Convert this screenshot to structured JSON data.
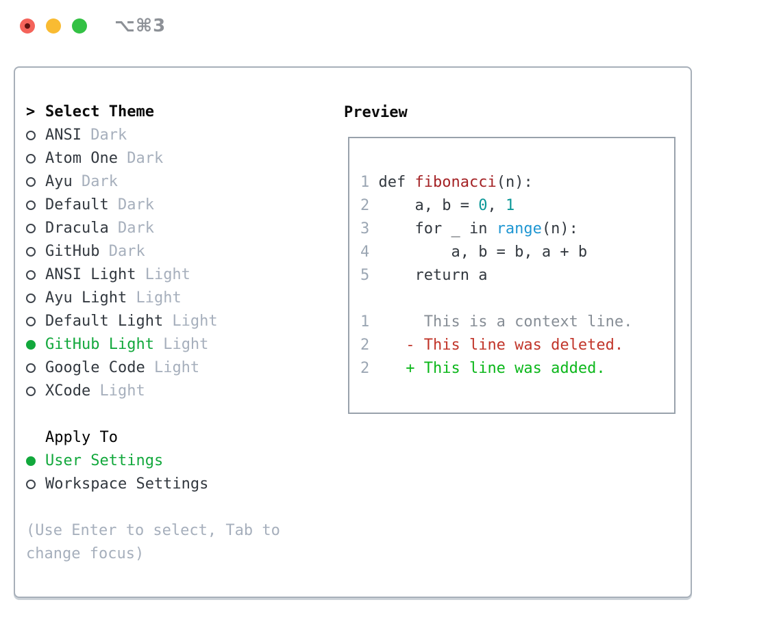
{
  "window": {
    "title": "⌥⌘3"
  },
  "theme_list": {
    "cursor": ">",
    "header": "Select Theme",
    "items": [
      {
        "name": "ANSI",
        "variant": "Dark",
        "selected": false
      },
      {
        "name": "Atom One",
        "variant": "Dark",
        "selected": false
      },
      {
        "name": "Ayu",
        "variant": "Dark",
        "selected": false
      },
      {
        "name": "Default",
        "variant": "Dark",
        "selected": false
      },
      {
        "name": "Dracula",
        "variant": "Dark",
        "selected": false
      },
      {
        "name": "GitHub",
        "variant": "Dark",
        "selected": false
      },
      {
        "name": "ANSI Light",
        "variant": "Light",
        "selected": false
      },
      {
        "name": "Ayu Light",
        "variant": "Light",
        "selected": false
      },
      {
        "name": "Default Light",
        "variant": "Light",
        "selected": false
      },
      {
        "name": "GitHub Light",
        "variant": "Light",
        "selected": true
      },
      {
        "name": "Google Code",
        "variant": "Light",
        "selected": false
      },
      {
        "name": "XCode",
        "variant": "Light",
        "selected": false
      }
    ]
  },
  "apply_to": {
    "header": "Apply To",
    "options": [
      {
        "label": "User Settings",
        "selected": true
      },
      {
        "label": "Workspace Settings",
        "selected": false
      }
    ]
  },
  "hint": {
    "line1": "(Use Enter to select, Tab to",
    "line2": "change focus)"
  },
  "preview": {
    "header": "Preview",
    "lines": [
      {
        "num": "1",
        "segments": [
          {
            "text": "def ",
            "style": "plain"
          },
          {
            "text": "fibonacci",
            "style": "function"
          },
          {
            "text": "(n):",
            "style": "plain"
          }
        ]
      },
      {
        "num": "2",
        "segments": [
          {
            "text": "    a, b = ",
            "style": "plain"
          },
          {
            "text": "0",
            "style": "number"
          },
          {
            "text": ", ",
            "style": "plain"
          },
          {
            "text": "1",
            "style": "number"
          }
        ]
      },
      {
        "num": "3",
        "segments": [
          {
            "text": "    for _ in ",
            "style": "plain"
          },
          {
            "text": "range",
            "style": "builtin"
          },
          {
            "text": "(n):",
            "style": "plain"
          }
        ]
      },
      {
        "num": "4",
        "segments": [
          {
            "text": "        a, b = b, a + b",
            "style": "plain"
          }
        ]
      },
      {
        "num": "5",
        "segments": [
          {
            "text": "    return a",
            "style": "plain"
          }
        ]
      },
      {
        "num": "",
        "segments": []
      },
      {
        "num": "1",
        "segments": [
          {
            "text": "     This is a context line.",
            "style": "context"
          }
        ]
      },
      {
        "num": "2",
        "segments": [
          {
            "text": "   - This line was deleted.",
            "style": "deleted"
          }
        ]
      },
      {
        "num": "2",
        "segments": [
          {
            "text": "   + This line was added.",
            "style": "added"
          }
        ]
      }
    ]
  },
  "colors": {
    "accent_green": "#12a83c",
    "muted": "#a6afbc",
    "text_dark": "#32383f",
    "heading": "#0b0b0b",
    "line_number": "#9ba6b3",
    "panel_border": "#a7afb9",
    "box_border": "#98a1ab",
    "code_function": "#a42225",
    "code_number": "#0b9797",
    "code_builtin": "#1e96d2",
    "diff_context": "#878e96",
    "diff_deleted": "#c1352a",
    "diff_added": "#0cb71b",
    "traffic_red": "#f4635a",
    "traffic_red_dot": "#5f1310",
    "traffic_yellow": "#f9bb32",
    "traffic_green": "#33c144",
    "title_gray": "#8d9197",
    "radio_outline": "#3d434b"
  }
}
